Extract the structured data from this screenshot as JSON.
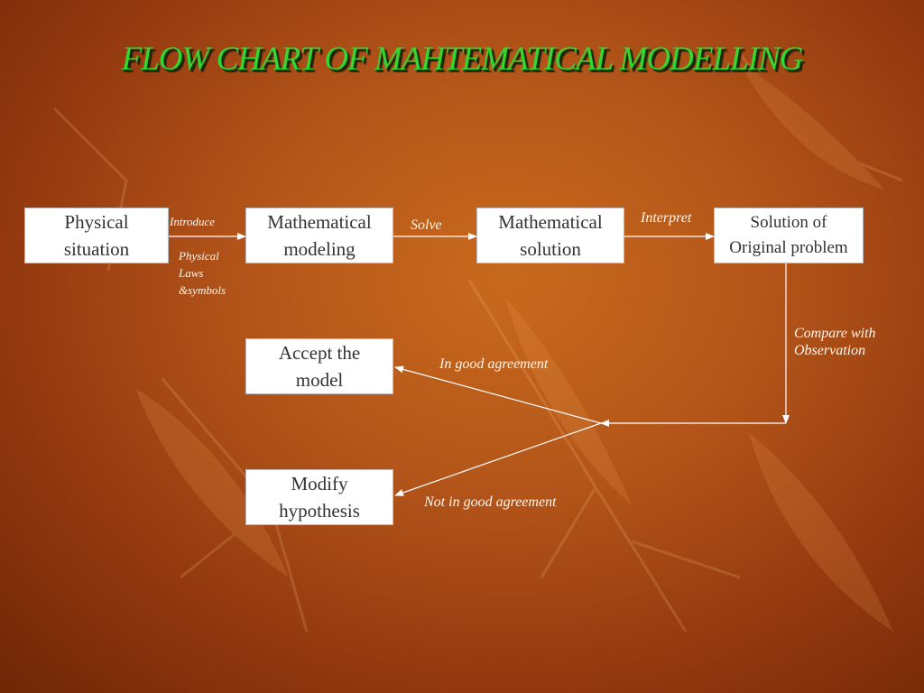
{
  "title": "FLOW CHART OF MAHTEMATICAL MODELLING",
  "nodes": {
    "physical_situation": "Physical\nsituation",
    "mathematical_modeling": "Mathematical\nmodeling",
    "mathematical_solution": "Mathematical\nsolution",
    "solution_original_problem": "Solution of\nOriginal  problem",
    "accept_model": "Accept the\nmodel",
    "modify_hypothesis": "Modify\nhypothesis"
  },
  "edges": {
    "introduce": "Introduce",
    "physical_laws": "Physical\n Laws\n&symbols",
    "solve": "Solve",
    "interpret": "Interpret",
    "compare": "Compare with\n Observation",
    "good_agreement": "In good agreement",
    "not_good_agreement": "Not in good agreement"
  },
  "colors": {
    "background": "#b4561a",
    "title": "#33d633",
    "box_fill": "#ffffff",
    "box_text": "#333333",
    "arrow": "#ffffff",
    "label": "#fff8ee"
  }
}
